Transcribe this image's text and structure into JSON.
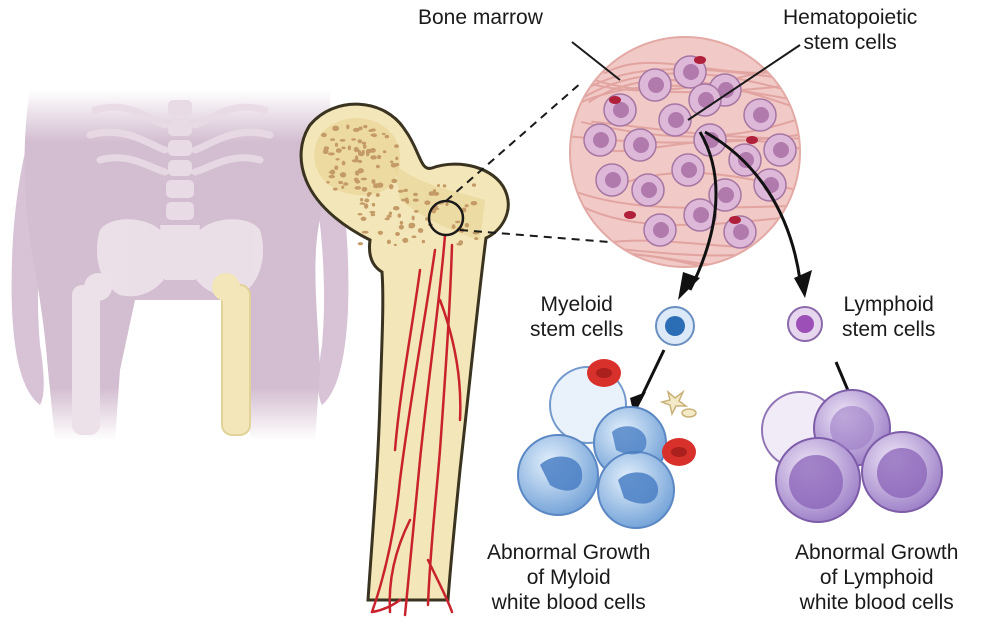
{
  "labels": {
    "bone_marrow": "Bone marrow",
    "hematopoietic": [
      "Hematopoietic",
      "stem cells"
    ],
    "myeloid_stem": [
      "Myeloid",
      "stem cells"
    ],
    "lymphoid_stem": [
      "Lymphoid",
      "stem cells"
    ],
    "myeloid_growth": [
      "Abnormal Growth",
      "of Myloid",
      "white blood cells"
    ],
    "lymphoid_growth": [
      "Abnormal Growth",
      "of Lymphoid",
      "white blood cells"
    ]
  },
  "colors": {
    "body_silhouette": "#d3bdd0",
    "bone_fill": "#f3e6b8",
    "bone_outline": "#3a3320",
    "marrow_dots": "#c49a66",
    "blood_vessels": "#c8232c",
    "marrow_circle": "#f1c9c6",
    "stem_cell": "#c79ac4",
    "myeloid_cell": "#7fb0e0",
    "lymphoid_cell": "#a98ad0",
    "red_blood_cell": "#d8312c"
  }
}
